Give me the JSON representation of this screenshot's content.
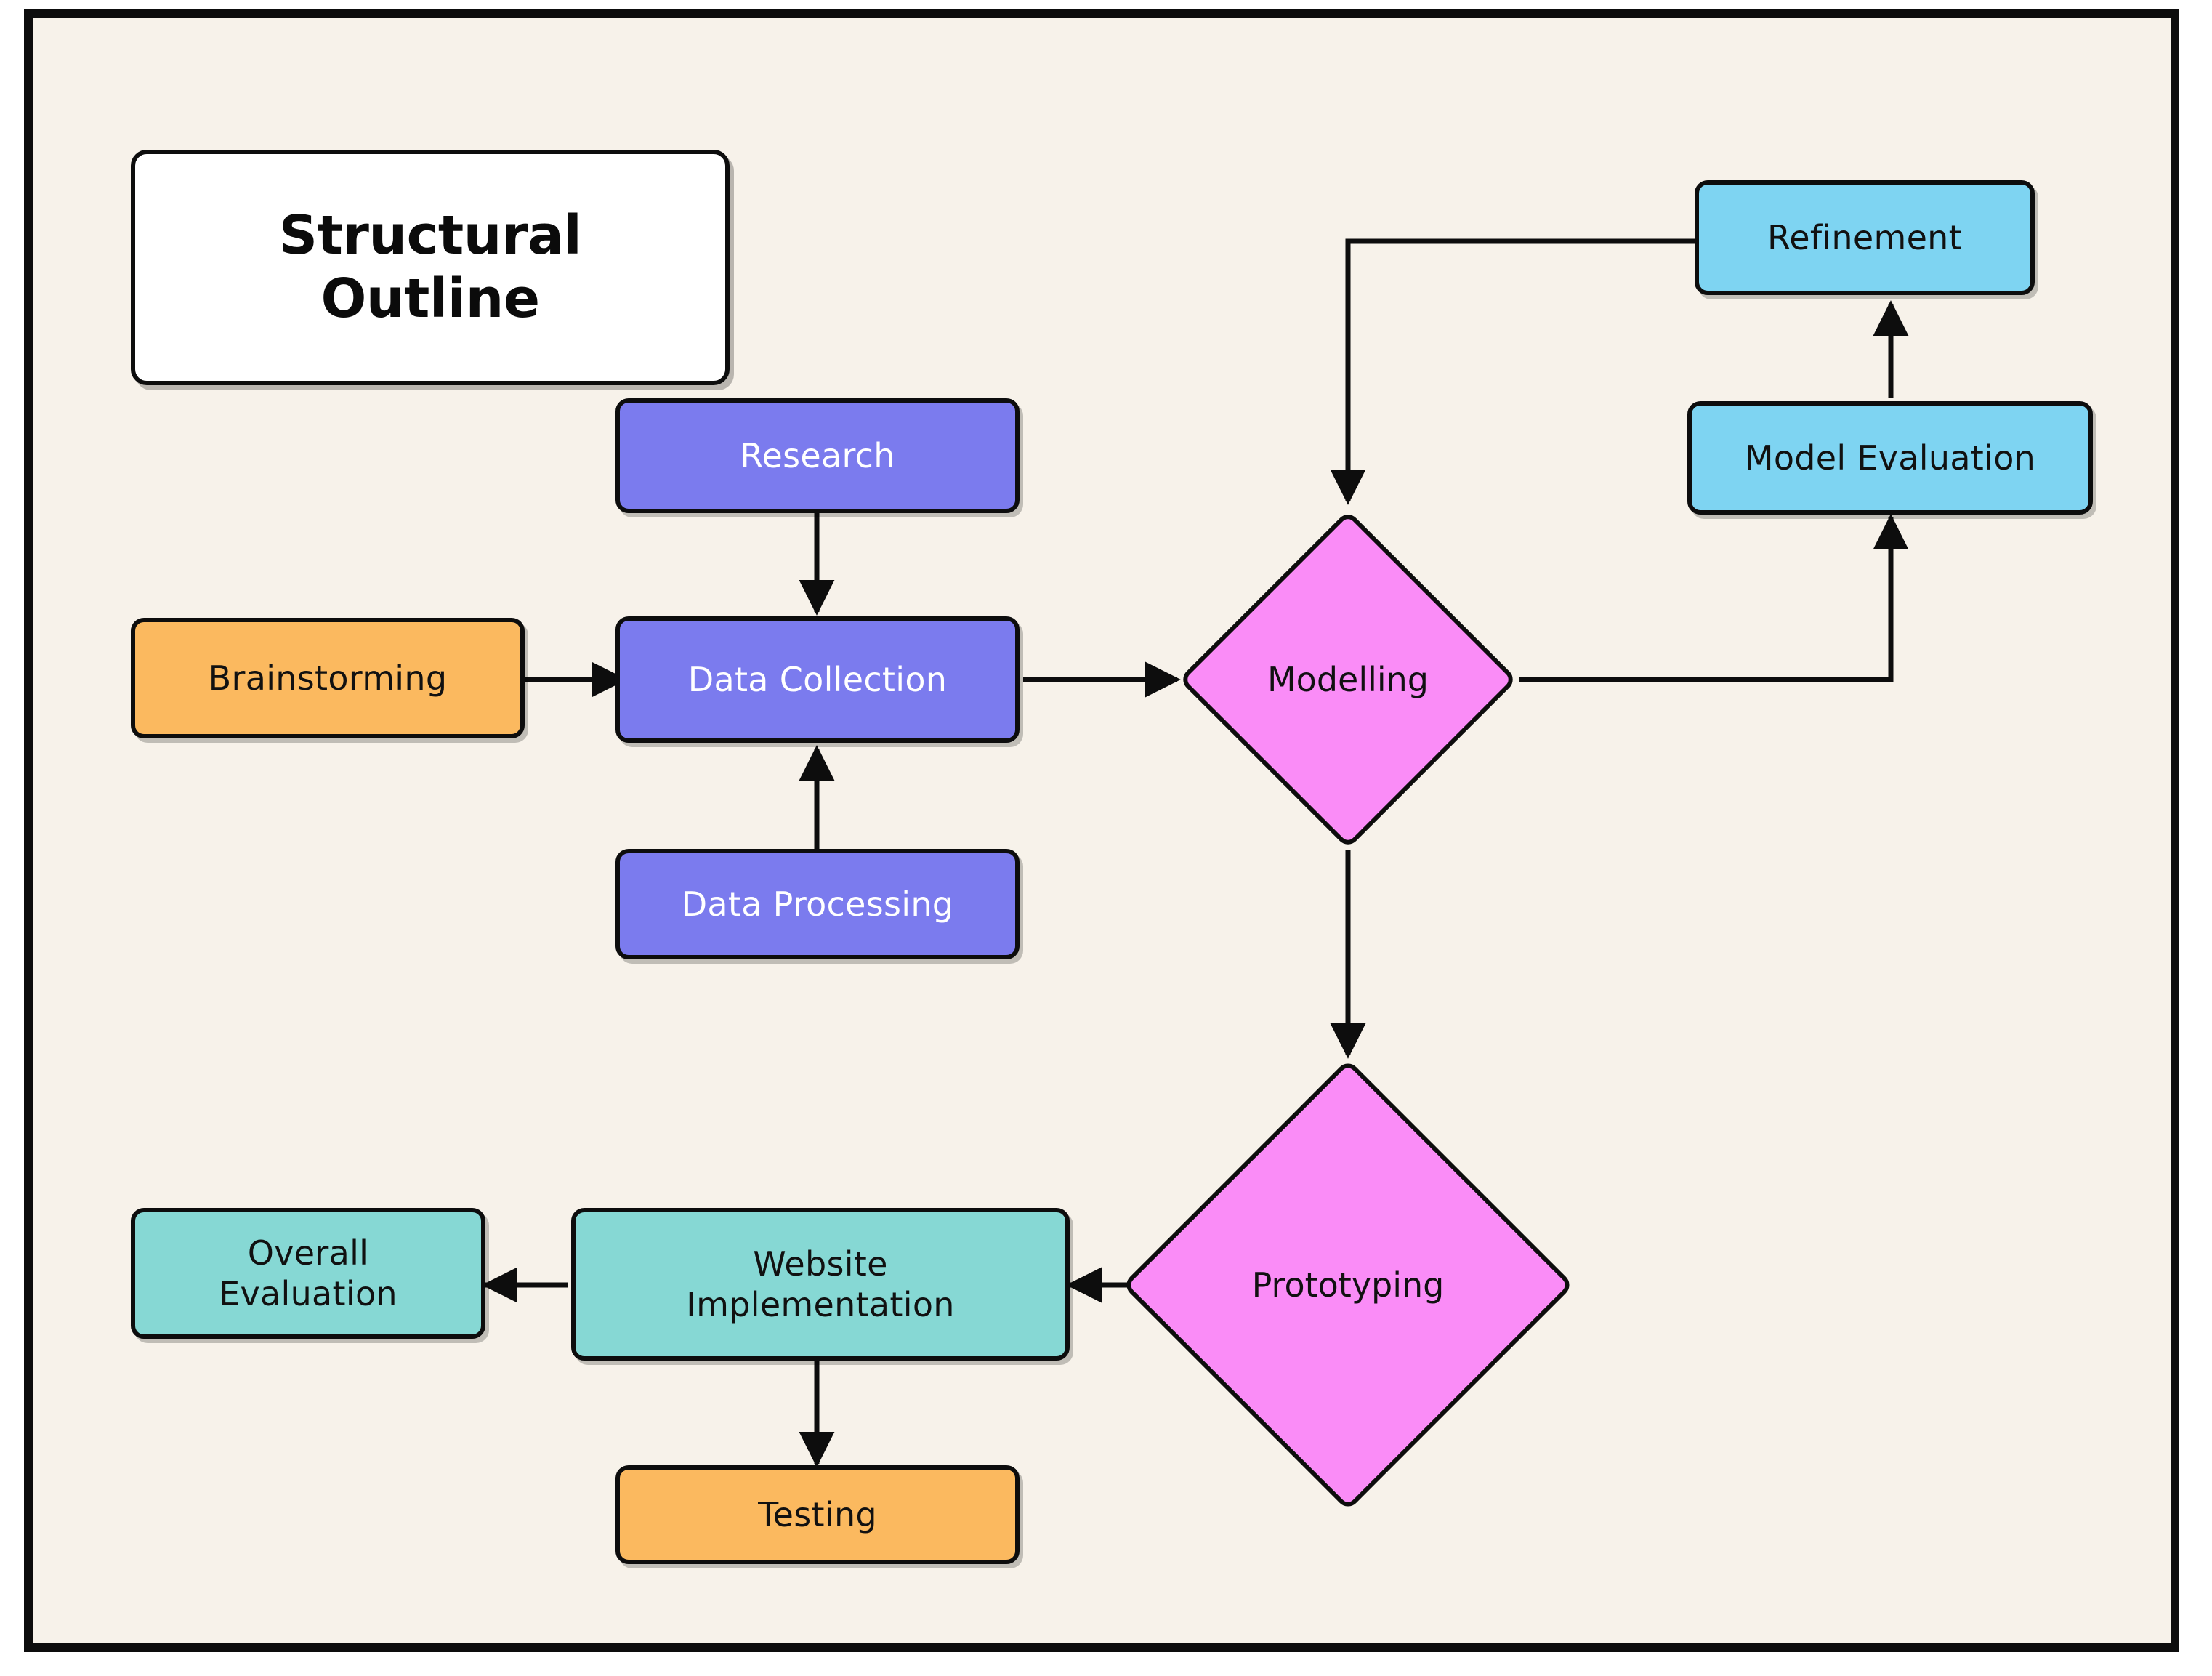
{
  "board": {
    "background_color": "#f7f2ea",
    "border_color": "#0d0d0d"
  },
  "title": {
    "line1": "Structural",
    "line2": "Outline",
    "full": "Structural Outline",
    "background_color": "#ffffff"
  },
  "palette": {
    "blue": "#7b7bee",
    "orange": "#fbb95f",
    "cyan": "#7ed4f2",
    "teal": "#86d8d4",
    "pink": "#fa8cf7",
    "stroke": "#0d0d0d"
  },
  "nodes": {
    "research": {
      "label": "Research",
      "shape": "rounded-rect",
      "color": "blue"
    },
    "data_collection": {
      "label": "Data Collection",
      "shape": "rounded-rect",
      "color": "blue"
    },
    "data_processing": {
      "label": "Data Processing",
      "shape": "rounded-rect",
      "color": "blue"
    },
    "brainstorming": {
      "label": "Brainstorming",
      "shape": "rounded-rect",
      "color": "orange"
    },
    "modelling": {
      "label": "Modelling",
      "shape": "diamond",
      "color": "pink"
    },
    "model_evaluation": {
      "label": "Model Evaluation",
      "shape": "rounded-rect",
      "color": "cyan"
    },
    "refinement": {
      "label": "Refinement",
      "shape": "rounded-rect",
      "color": "cyan"
    },
    "prototyping": {
      "label": "Prototyping",
      "shape": "diamond",
      "color": "pink"
    },
    "website_implementation": {
      "label_line1": "Website",
      "label_line2": "Implementation",
      "shape": "rounded-rect",
      "color": "teal"
    },
    "overall_evaluation": {
      "label_line1": "Overall",
      "label_line2": "Evaluation",
      "shape": "rounded-rect",
      "color": "teal"
    },
    "testing": {
      "label": "Testing",
      "shape": "rounded-rect",
      "color": "orange"
    }
  },
  "edges": [
    {
      "from": "research",
      "to": "data_collection",
      "direction": "down"
    },
    {
      "from": "data_processing",
      "to": "data_collection",
      "direction": "up"
    },
    {
      "from": "brainstorming",
      "to": "data_collection",
      "direction": "right"
    },
    {
      "from": "data_collection",
      "to": "modelling",
      "direction": "right"
    },
    {
      "from": "modelling",
      "to": "model_evaluation",
      "direction": "right-up"
    },
    {
      "from": "model_evaluation",
      "to": "refinement",
      "direction": "up"
    },
    {
      "from": "refinement",
      "to": "modelling",
      "direction": "left-down"
    },
    {
      "from": "modelling",
      "to": "prototyping",
      "direction": "down"
    },
    {
      "from": "prototyping",
      "to": "website_implementation",
      "direction": "left"
    },
    {
      "from": "website_implementation",
      "to": "overall_evaluation",
      "direction": "left"
    },
    {
      "from": "website_implementation",
      "to": "testing",
      "direction": "down"
    }
  ]
}
